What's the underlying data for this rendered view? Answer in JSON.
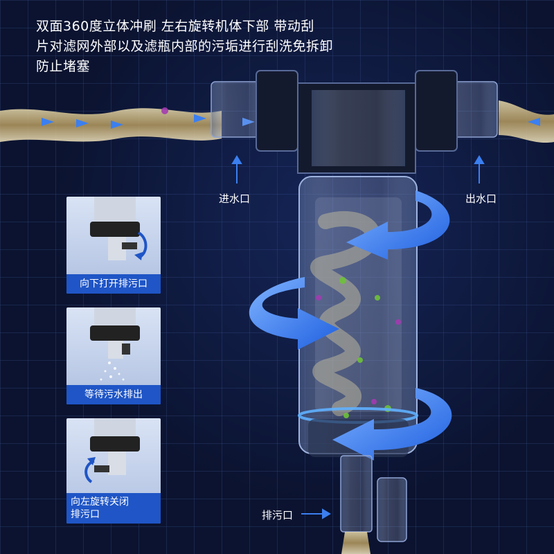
{
  "headline": {
    "line1": "双面360度立体冲刷  左右旋转机体下部  带动刮",
    "line2": "片对滤网外部以及滤瓶内部的污垢进行刮洗免拆卸",
    "line3": "防止堵塞"
  },
  "labels": {
    "inlet": "进水口",
    "outlet": "出水口",
    "drain": "排污口"
  },
  "steps": [
    {
      "caption": "向下打开排污口"
    },
    {
      "caption": "等待污水排出"
    },
    {
      "caption": "向左旋转关闭\n排污口"
    }
  ],
  "colors": {
    "background": "#0b1330",
    "accent_blue": "#1f55c6",
    "arrow_blue": "#2f7cf0",
    "water": "#c8b27a"
  }
}
